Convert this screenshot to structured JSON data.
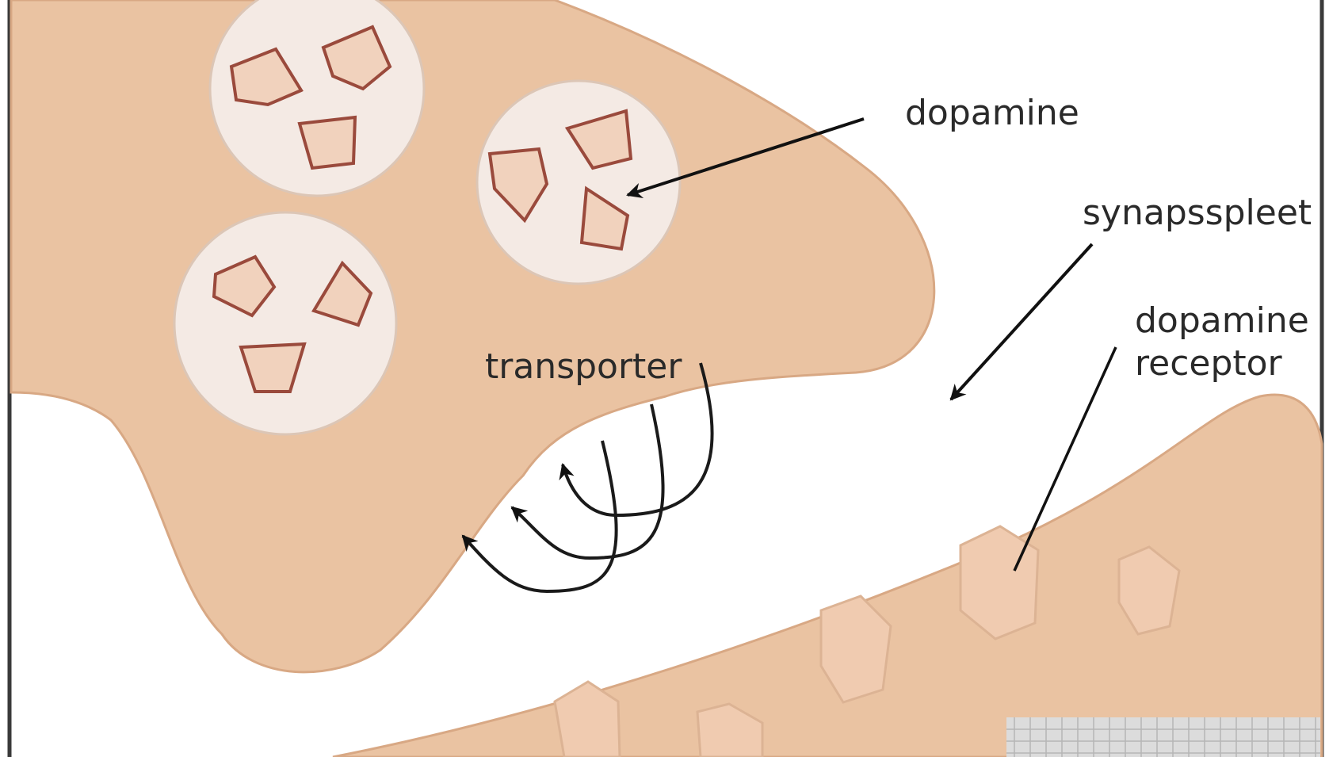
{
  "labels": {
    "dopamine": "dopamine",
    "synaptic_cleft": "synapsspleet",
    "receptor_line1": "dopamine",
    "receptor_line2": "receptor",
    "transporter": "transporter"
  },
  "colors": {
    "cell": "#eac3a2",
    "cell_edge": "#d8a884",
    "vesicle": "#f4eae4",
    "vesicle_edge": "#dcc6b6",
    "molecule_fill": "#f1d2bd",
    "molecule_edge": "#9a4a3c",
    "receptor_fill": "#f0cbb0",
    "arrow": "#111111",
    "frame": "#3a3a3a"
  }
}
